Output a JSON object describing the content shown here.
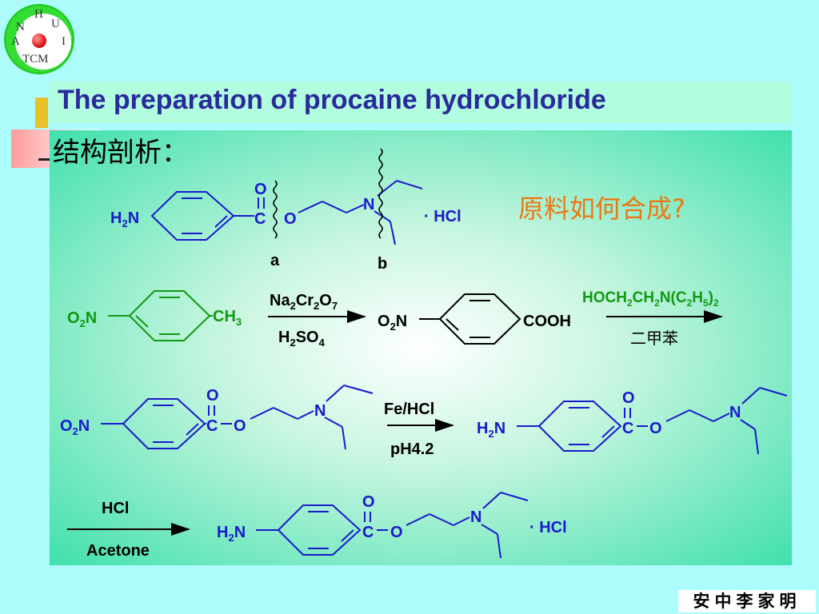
{
  "logo": {
    "letters": [
      "H",
      "U",
      "N",
      "A",
      "I",
      "TCM"
    ]
  },
  "title": "The preparation of procaine hydrochloride",
  "section_label": "结构剖析：",
  "question": "原料如何合成?",
  "hcl_salt": "· HCl",
  "cut_a": "a",
  "cut_b": "b",
  "step1": {
    "reagent_top": "Na2Cr2O7",
    "reagent_bottom": "H2SO4"
  },
  "step2": {
    "reagent_top": "HOCH2CH2N(C2H5)2",
    "reagent_bottom": "二甲苯"
  },
  "step3": {
    "reagent_top": "Fe/HCl",
    "reagent_bottom": "pH4.2"
  },
  "step4": {
    "reagent_top": "HCl",
    "reagent_bottom": "Acetone"
  },
  "labels": {
    "nitro": "O2N",
    "amino": "H2N",
    "methyl": "CH3",
    "carboxyl": "COOH",
    "o": "O",
    "c": "C",
    "n": "N"
  },
  "colors": {
    "blue": "#1a1acc",
    "green": "#119911",
    "orange": "#ee7711",
    "title": "#2a2a9a"
  },
  "stamp": "安中李家明"
}
